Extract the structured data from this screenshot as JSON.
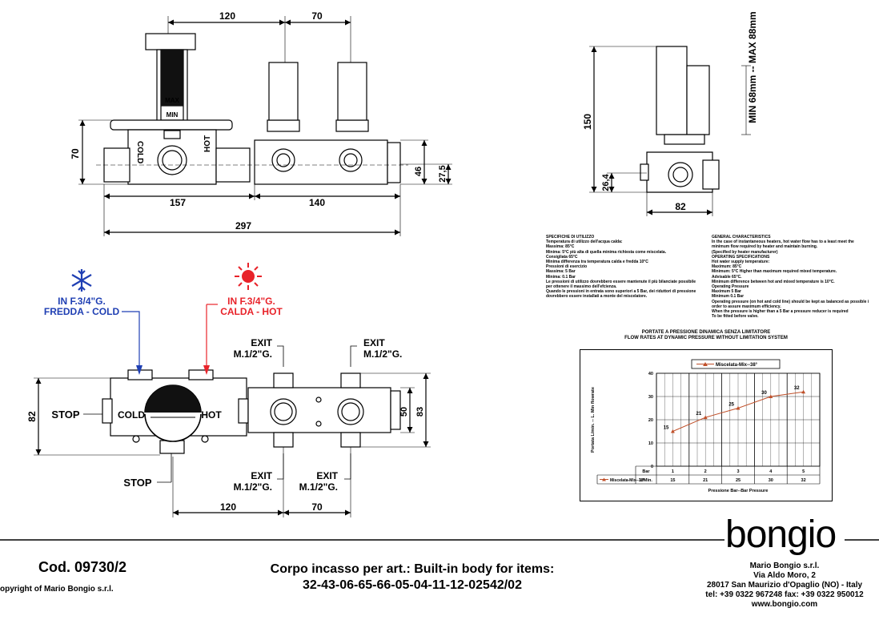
{
  "dimensions": {
    "top_120": "120",
    "top_70": "70",
    "left_70": "70",
    "d_157": "157",
    "d_140": "140",
    "d_297": "297",
    "d_46": "46",
    "d_27_5": "27,5",
    "side_150": "150",
    "side_range": "MIN 68mm -- MAX 88mm",
    "side_26_4": "26,4",
    "side_82": "82",
    "bottom_82": "82",
    "bottom_50": "50",
    "bottom_83": "83",
    "bottom_120": "120",
    "bottom_70": "70"
  },
  "gauge": {
    "max": "MAX",
    "min": "MIN"
  },
  "top_labels": {
    "cold": "COLD",
    "hot": "HOT"
  },
  "inlets": {
    "cold_line1": "IN F.3/4\"G.",
    "cold_line2": "FREDDA - COLD",
    "hot_line1": "IN F.3/4\"G.",
    "hot_line2": "CALDA - HOT",
    "cold_color": "#1f3fb3",
    "hot_color": "#e8232a"
  },
  "exits": {
    "tl1": "EXIT",
    "tl2": "M.1/2\"G.",
    "tr1": "EXIT",
    "tr2": "M.1/2\"G.",
    "bl1": "EXIT",
    "bl2": "M.1/2\"G.",
    "br1": "EXIT",
    "br2": "M.1/2\"G."
  },
  "valve_labels": {
    "stop_left": "STOP",
    "stop_bottom": "STOP",
    "cold": "COLD",
    "hot": "HOT"
  },
  "specs_it": [
    "SPECIFICHE DI UTILIZZO",
    "Temperatura di utilizzo dell'acqua calda:",
    "Massima: 85°C",
    "Minima: 5°C più alta di quella minima richiesta come miscelata.",
    "Consigliata 65°C",
    "Minima differenza tra temperatura calda e fredda 10°C",
    "Pressioni di esercizio",
    "Massima: 5 Bar",
    "Minima: 0.1 Bar",
    "Le pressioni di utilizzo dovrebbero essere mantenute il più bilanciate possibile",
    "per ottenere il massimo dell'efcienza.",
    "Quando le pressioni in entrata sono superiori a 5 Bar, dei riduttori di pressione",
    "dovrebbero essere installati a monte del miscelatore."
  ],
  "specs_en": [
    "GENERAL CHARACTERISTICS",
    "In the case of instantaneous heaters, hot water flow has to a least meet the",
    "minimum flow required by heater and maintain burning.",
    "(Specified by heater manufacturer)",
    "OPERATING SPECIFICATIONS",
    "Hot water supply temperature:",
    "Maximum: 85°C",
    "Minimum: 5°C Higher than maximum required mixed temperature.",
    "Advisable 65°C.",
    "Minimum difference between hot and mixed temperature is 10°C.",
    "Operating Pressure",
    "Maximum 5 Bar",
    "Minimum 0.1 Bar",
    "Operating pressure (on hot and cold line) should be kept as balanced as possible i",
    "order to assure maximum efficiency.",
    "When the pressure is higher than a 5 Bar a pressure reducer is required",
    "To be fitted before valve."
  ],
  "chart_data": {
    "type": "line",
    "title": "PORTATE A PRESSIONE DINAMICA SENZA LIMITATORE",
    "subtitle": "FLOW RATES AT DYNAMIC PRESSURE WITHOUT LIMITATION SYSTEM",
    "legend": "Miscelata-Mix--38°",
    "xlabel": "Pressione Bar--Bar Pressure",
    "ylabel": "Portata L/min. -- L. Min flowrate",
    "x": [
      1,
      2,
      3,
      4,
      5
    ],
    "series": [
      {
        "name": "Miscelata-Mix--38°",
        "values": [
          15,
          21,
          25,
          30,
          32
        ]
      }
    ],
    "ylim": [
      0,
      40
    ],
    "yticks": [
      0,
      10,
      20,
      30,
      40
    ],
    "table_row_label_1": "Bar",
    "table_row_label_2": "L/Min.",
    "series_color": "#c0502a"
  },
  "footer": {
    "code": "Cod. 09730/2",
    "copyright": "opyright of Mario Bongio s.r.l.",
    "corpo_line1": "Corpo incasso per art.:  Built-in body for items:",
    "corpo_line2": "32-43-06-65-66-05-04-11-12-02542/02",
    "logo": "bongio",
    "company": "Mario Bongio s.r.l.",
    "street": "Via Aldo Moro, 2",
    "city": "28017 San Maurizio d'Opaglio (NO) - Italy",
    "phone": "tel: +39 0322 967248 fax: +39 0322 950012",
    "web": "www.bongio.com"
  }
}
